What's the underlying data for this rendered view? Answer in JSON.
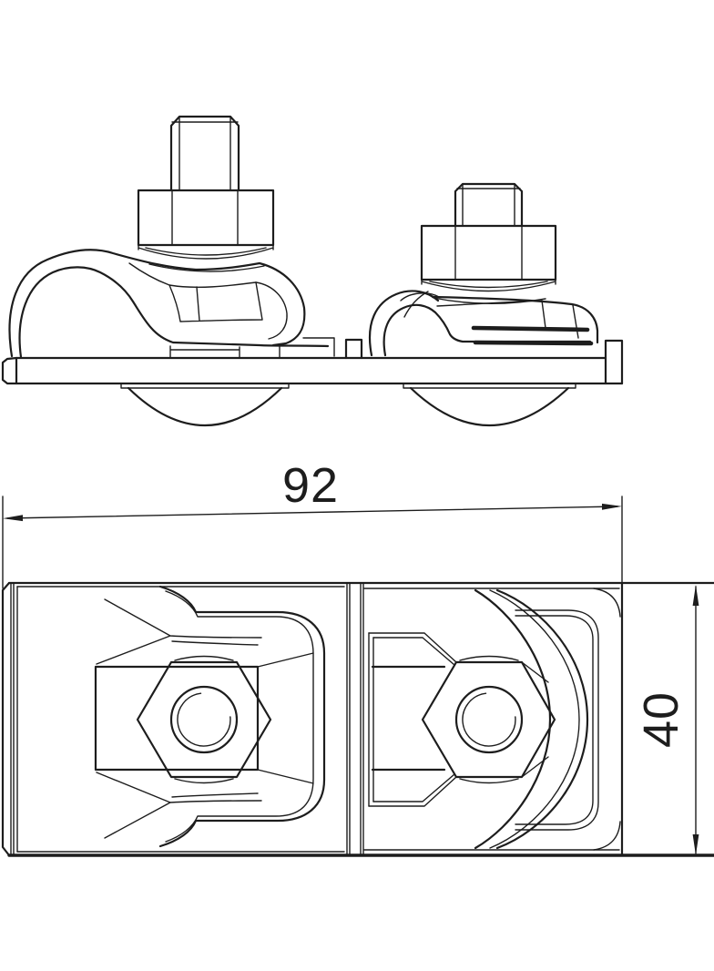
{
  "drawing": {
    "type": "technical-orthographic-drawing",
    "subject": "saddle clamp assembly with two hex bolts, front elevation and top plan view",
    "ink_color": "#1d1d1d",
    "background_color": "#ffffff",
    "dimensions": {
      "width": {
        "value": "92",
        "orientation": "horizontal"
      },
      "height": {
        "value": "40",
        "orientation": "vertical"
      }
    }
  }
}
